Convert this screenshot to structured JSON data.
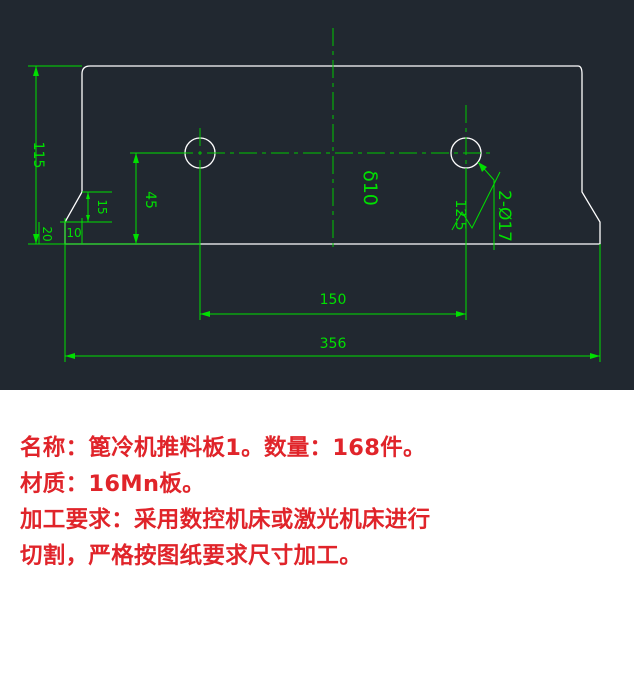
{
  "drawing": {
    "colors": {
      "background": "#212830",
      "outline": "#ffffff",
      "dimension": "#00e000",
      "centerline": "#00c800"
    },
    "dimensions": {
      "height_total": "115",
      "hole_center_height": "45",
      "chamfer_vertical": "15",
      "chamfer_base": "20",
      "chamfer_horizontal": "10",
      "hole_spacing": "150",
      "overall_width": "356",
      "thickness": "δ10",
      "hole_callout": "2-Ø17",
      "roughness": "12.5"
    }
  },
  "notes": {
    "line1": "名称：篦冷机推料板1。数量：168件。",
    "line2": "材质：16Mn板。",
    "line3": "加工要求：采用数控机床或激光机床进行",
    "line4": "切割，严格按图纸要求尺寸加工。"
  }
}
